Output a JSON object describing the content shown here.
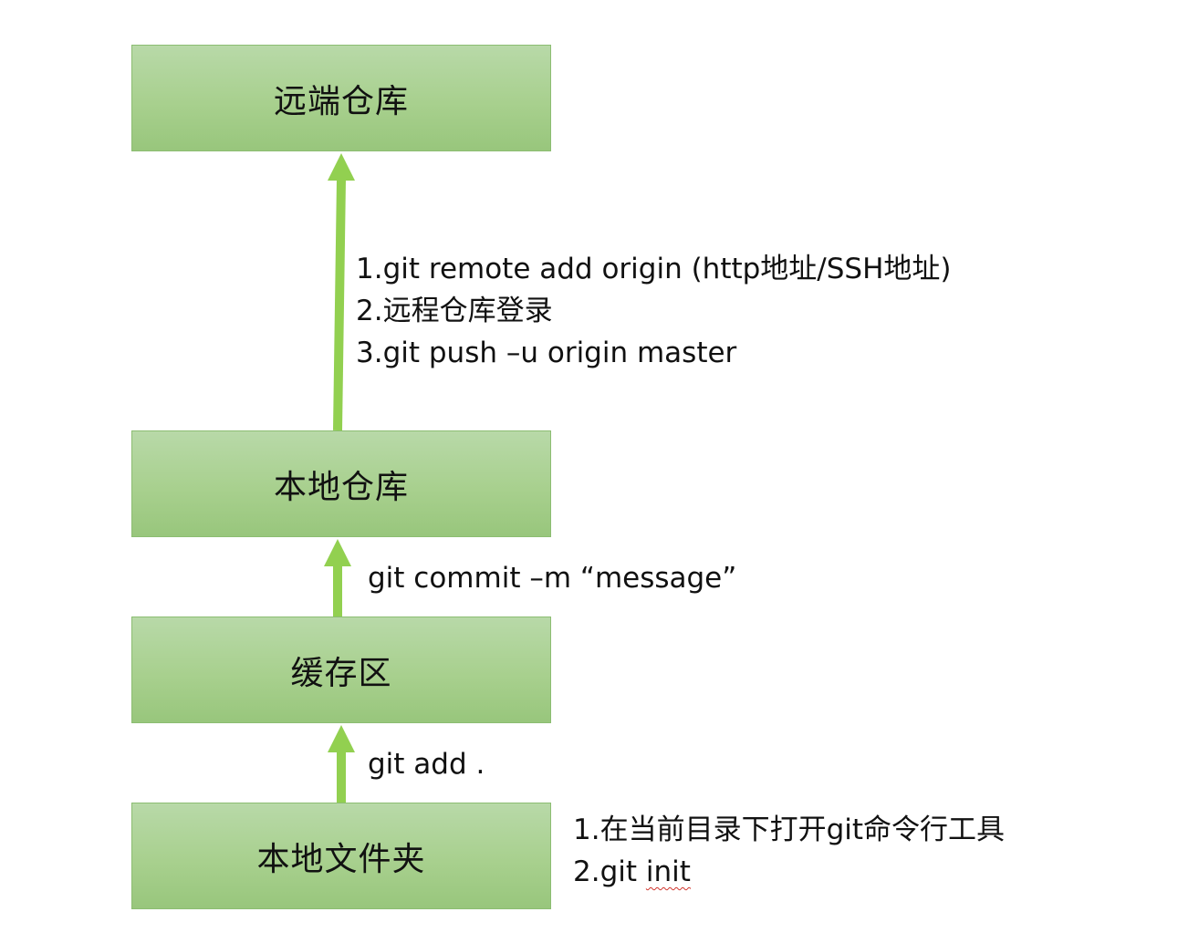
{
  "nodes": {
    "remote_repo": "远端仓库",
    "local_repo": "本地仓库",
    "staging_area": "缓存区",
    "local_folder": "本地文件夹"
  },
  "edges": {
    "local_to_remote": {
      "line1": "1.git remote add origin (http地址/SSH地址)",
      "line2": "2.远程仓库登录",
      "line3": "3.git push –u origin master"
    },
    "stage_to_local": {
      "line1": "git commit –m “message”"
    },
    "folder_to_stage": {
      "line1": "git add ."
    },
    "folder_init": {
      "line1": "1.在当前目录下打开git命令行工具",
      "line2_prefix": "2.git ",
      "line2_word": "init"
    }
  },
  "colors": {
    "box_fill_top": "#b8d9a8",
    "box_fill_bottom": "#98c67c",
    "box_border": "#8cbd72",
    "arrow": "#92d050",
    "spellcheck_underline": "#d0342c"
  }
}
